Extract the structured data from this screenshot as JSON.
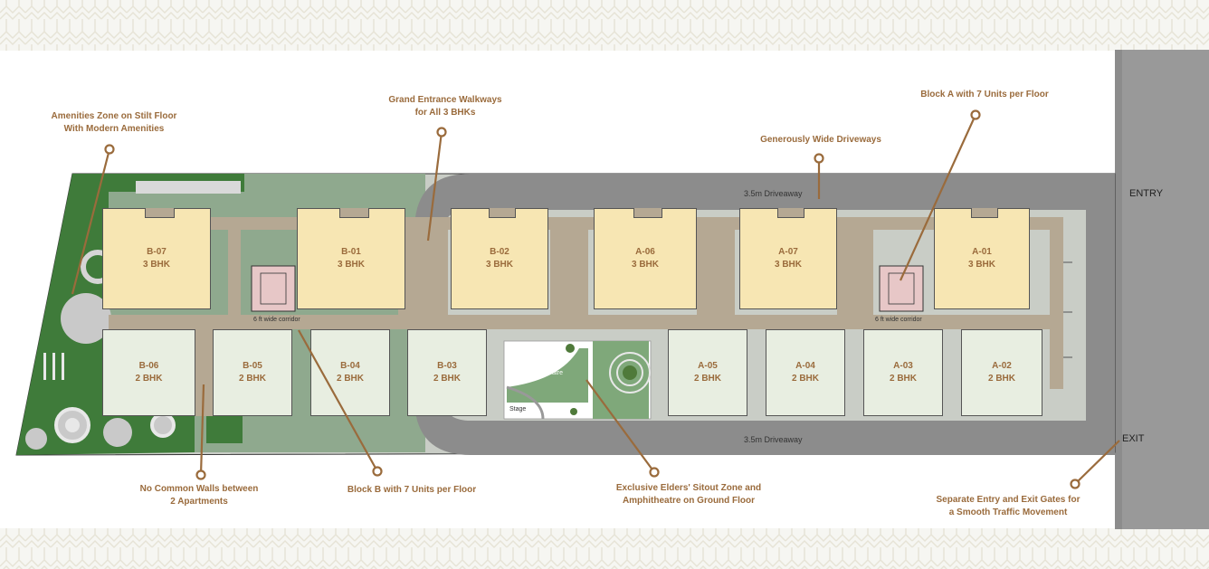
{
  "colors": {
    "brand": "#9a6b3c",
    "three_bhk_fill": "#f7e6b3",
    "two_bhk_fill": "#e8eee1",
    "corridor": "#b5a893",
    "road": "#8c8c8c",
    "landscape": "#8fa98e",
    "garden": "#3f7b3a"
  },
  "units_3bhk": [
    {
      "code": "B-07",
      "type": "3 BHK"
    },
    {
      "code": "B-01",
      "type": "3 BHK"
    },
    {
      "code": "B-02",
      "type": "3 BHK"
    },
    {
      "code": "A-06",
      "type": "3 BHK"
    },
    {
      "code": "A-07",
      "type": "3 BHK"
    },
    {
      "code": "A-01",
      "type": "3 BHK"
    }
  ],
  "units_2bhk": [
    {
      "code": "B-06",
      "type": "2 BHK"
    },
    {
      "code": "B-05",
      "type": "2 BHK"
    },
    {
      "code": "B-04",
      "type": "2 BHK"
    },
    {
      "code": "B-03",
      "type": "2 BHK"
    },
    {
      "code": "A-05",
      "type": "2 BHK"
    },
    {
      "code": "A-04",
      "type": "2 BHK"
    },
    {
      "code": "A-03",
      "type": "2 BHK"
    },
    {
      "code": "A-02",
      "type": "2 BHK"
    }
  ],
  "driveway_top": "3.5m Driveaway",
  "driveway_bottom": "3.5m Driveaway",
  "corridor_left": "6 ft wide corridor",
  "corridor_right": "6 ft wide corridor",
  "gate_entry": "ENTRY",
  "gate_exit": "EXIT",
  "amphitheatre_label": "Mini Amphitheatre",
  "stage_label": "Stage",
  "callouts": {
    "amenities": [
      "Amenities Zone on Stilt Floor",
      "With Modern Amenities"
    ],
    "walkways": [
      "Grand Entrance Walkways",
      "for All 3 BHKs"
    ],
    "block_a": [
      "Block A with 7 Units per Floor"
    ],
    "driveways": [
      "Generously Wide Driveways"
    ],
    "common_walls": [
      "No Common Walls between",
      "2 Apartments"
    ],
    "block_b": [
      "Block B with 7 Units per Floor"
    ],
    "elders": [
      "Exclusive Elders' Sitout Zone and",
      "Amphitheatre on Ground Floor"
    ],
    "gates": [
      "Separate Entry and Exit Gates for",
      "a Smooth Traffic Movement"
    ]
  }
}
